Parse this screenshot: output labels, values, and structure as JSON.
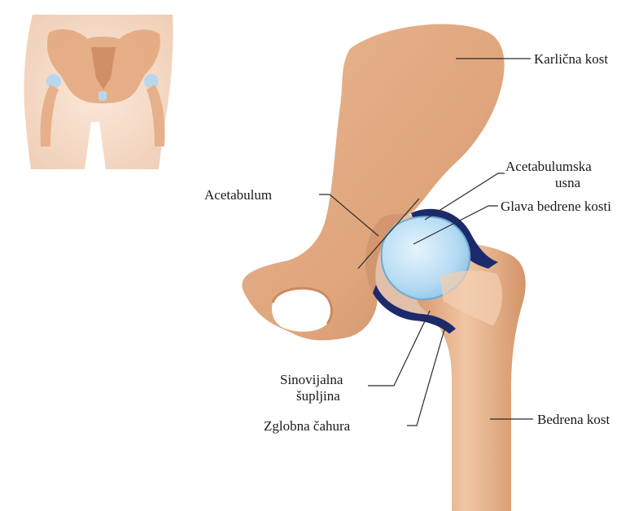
{
  "labels": {
    "pelvic_bone": "Karlična kost",
    "acetabulum": "Acetabulum",
    "labrum_line1": "Acetabulumska",
    "labrum_line2": "usna",
    "femoral_head": "Glava bedrene kosti",
    "synovial_line1": "Sinovijalna",
    "synovial_line2": "šupljina",
    "joint_capsule": "Zglobna čahura",
    "femur": "Bedrena kost"
  },
  "colors": {
    "bone": "#e8b58f",
    "bone_shadow": "#c98a62",
    "bone_light": "#f6d6bd",
    "cartilage": "#bfe0f5",
    "capsule": "#1c2a6b",
    "skin": "#f3d7c3"
  }
}
